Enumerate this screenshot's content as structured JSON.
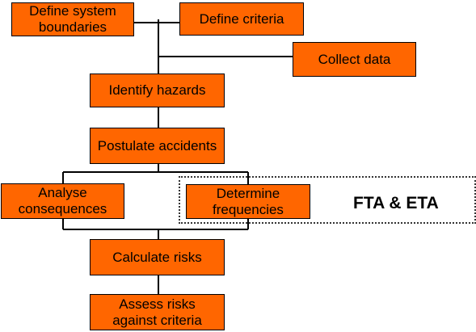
{
  "colors": {
    "box_fill": "#ff6600",
    "line": "#000000",
    "frame": "#333333"
  },
  "steps": {
    "define_boundaries": "Define system\nboundaries",
    "define_criteria": "Define criteria",
    "collect_data": "Collect data",
    "identify_hazards": "Identify hazards",
    "postulate_accidents": "Postulate accidents",
    "analyse_consequences": "Analyse\nconsequences",
    "determine_frequencies": "Determine\nfrequencies",
    "calculate_risks": "Calculate risks",
    "assess_risks": "Assess risks\nagainst criteria"
  },
  "annotation": "FTA & ETA"
}
